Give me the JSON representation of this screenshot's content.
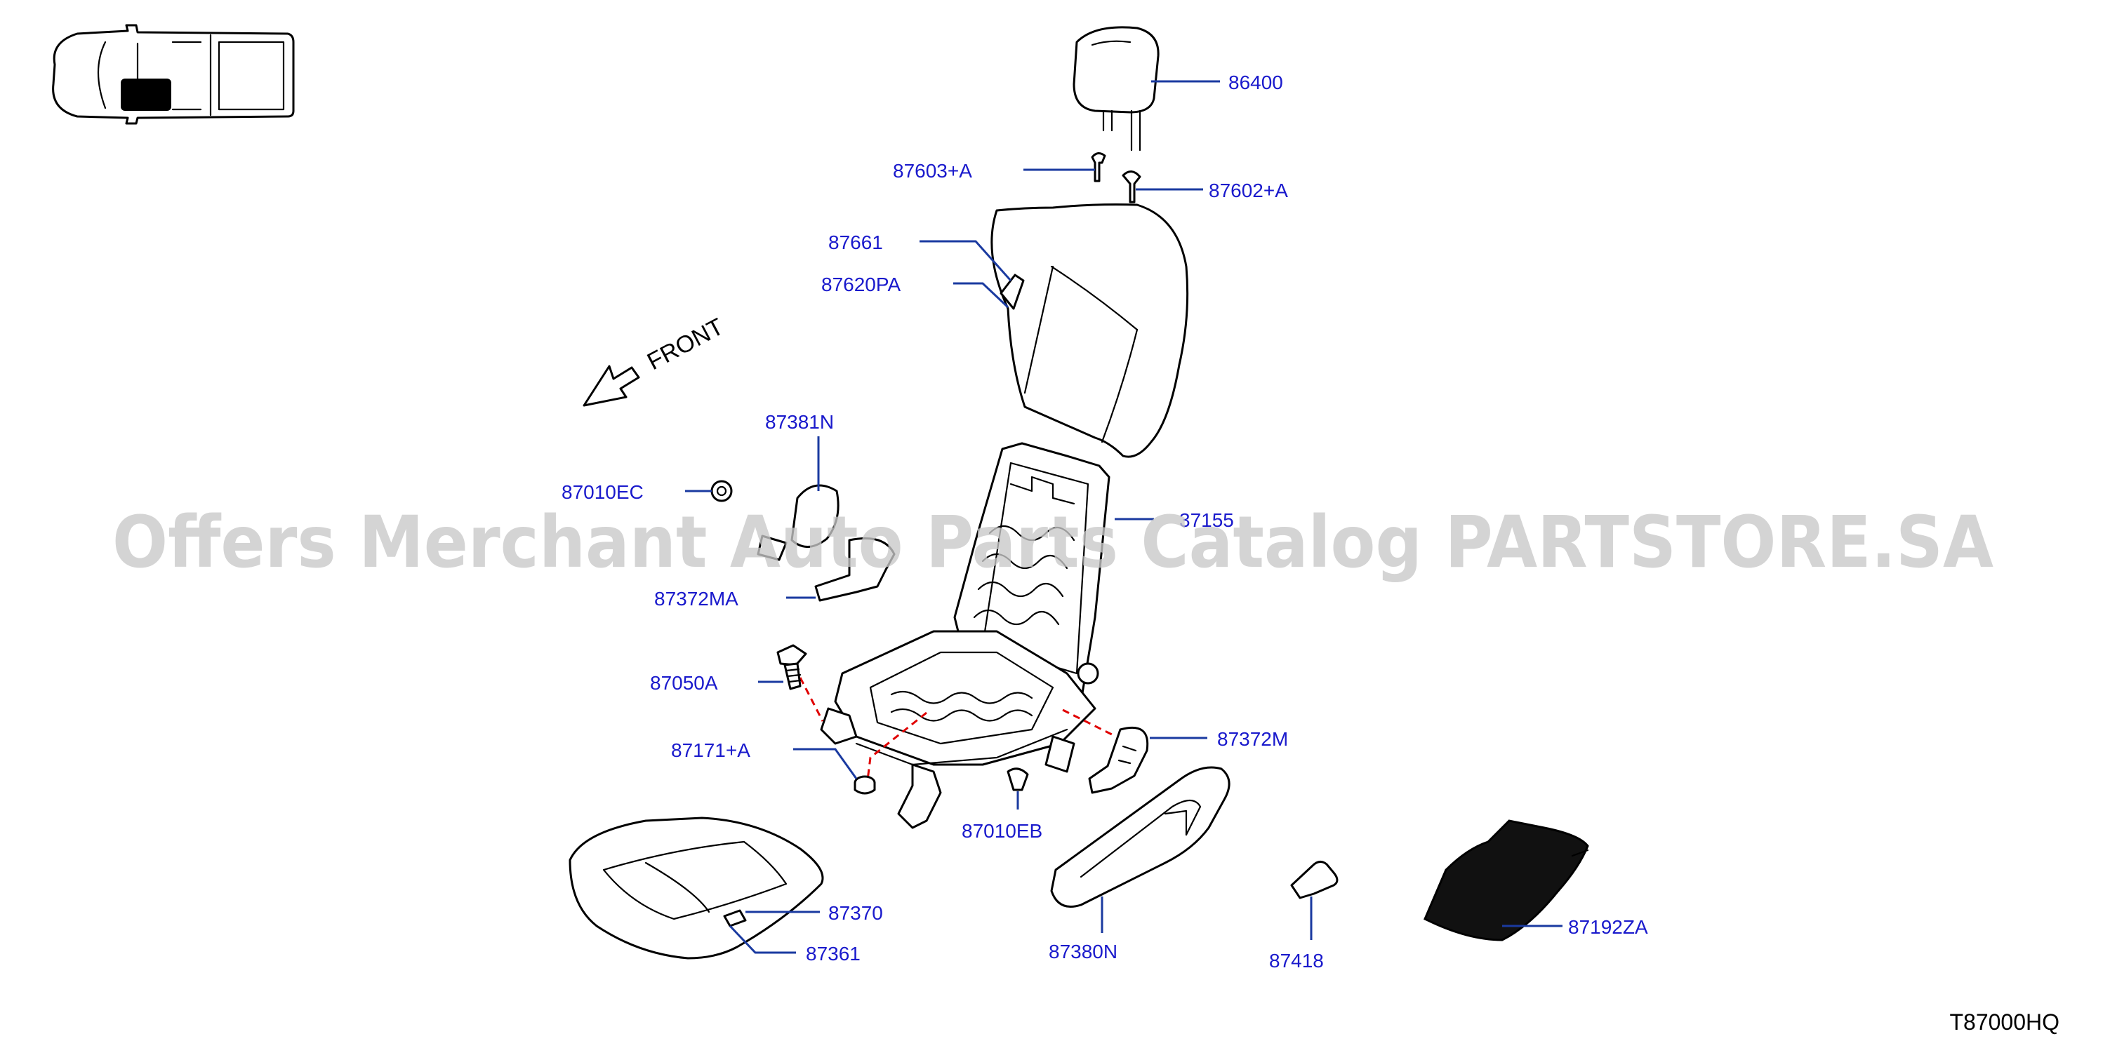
{
  "diagram": {
    "watermark": "Offers Merchant Auto Parts Catalog PARTSTORE.SA",
    "direction_label": "FRONT",
    "diagram_code": "T87000HQ",
    "part_labels": [
      {
        "id": "86400",
        "text": "86400"
      },
      {
        "id": "87603A",
        "text": "87603+A"
      },
      {
        "id": "87602A",
        "text": "87602+A"
      },
      {
        "id": "87661",
        "text": "87661"
      },
      {
        "id": "87620PA",
        "text": "87620PA"
      },
      {
        "id": "87381N",
        "text": "87381N"
      },
      {
        "id": "87010EC",
        "text": "87010EC"
      },
      {
        "id": "37155",
        "text": "37155"
      },
      {
        "id": "87372MA",
        "text": "87372MA"
      },
      {
        "id": "87050A",
        "text": "87050A"
      },
      {
        "id": "87372M",
        "text": "87372M"
      },
      {
        "id": "87171A",
        "text": "87171+A"
      },
      {
        "id": "87010EB",
        "text": "87010EB"
      },
      {
        "id": "87370",
        "text": "87370"
      },
      {
        "id": "87361",
        "text": "87361"
      },
      {
        "id": "87380N",
        "text": "87380N"
      },
      {
        "id": "87418",
        "text": "87418"
      },
      {
        "id": "87192ZA",
        "text": "87192ZA"
      }
    ]
  }
}
